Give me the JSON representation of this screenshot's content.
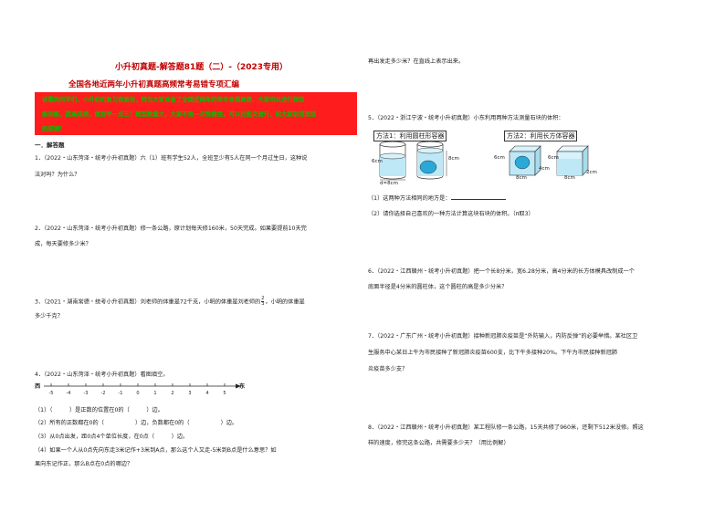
{
  "header": {
    "title": "小升初真题-解答题81题（二）-（2023专用）",
    "subtitle": "全国各地近两年小升初真题高频常考易错专项汇编"
  },
  "intro": {
    "lines": [
      "讲重的同学们，小升初的复习很紧张，特为大家准备了全国近两年的常考易错真题，大家可以进行题型",
      "练训练，提高成绩，做到举一反三！题型数量大，大家不用一次性做完，可以分批次进行，祝大家取得理想",
      "的成绩！"
    ]
  },
  "section1": {
    "title": "一．解答题"
  },
  "q1": {
    "line1": "1．（2022・山东菏泽・统考小升初真题）六（1）班有学生52人，全班至少有5人在同一个月过生日，这种说",
    "line2": "法对吗？为什么？"
  },
  "q2": {
    "line1": "2．（2022・山东菏泽・统考小升初真题）修一条公路，原计划每天修160米，50天完成。如果要提前10天完",
    "line2": "成，每天要修多少米？"
  },
  "q3": {
    "line1_pre": "3．（2021・湖南常德・统考小升初真题）刘老师的体重是72千克，小明的体重是刘老师的",
    "frac_num": "2",
    "frac_den": "3",
    "line1_post": "，小明的体重是",
    "line2": "多少千克？"
  },
  "q4": {
    "line1": "4．（2022・山东菏泽・统考小升初真题）看图填空。",
    "west": "西",
    "east": "东",
    "ticks": [
      "-5",
      "-4",
      "-3",
      "-2",
      "-1",
      "0",
      "1",
      "2",
      "3",
      "4",
      "5"
    ],
    "p1": "（1）（　　　）是正数的位置在0的（　　　）边。",
    "p2_a": "（2）所有的正数都在0的（",
    "p2_b": "）边，负数都在0的（",
    "p2_c": "）边。",
    "p3": "（3）从0点出发，距0点4个单位长度，在0点（　　　）边。",
    "p4_line1": "（4）如果一个人从0点先向东走3米记作+3米到A点，那么这个人又走-5米到B点是什么意思？如",
    "p4_line2": "果向东记作正，那么B点在0点的哪边？"
  },
  "right_top": {
    "cont": "再出发走多少米？在直线上表示出来。"
  },
  "q5": {
    "line1": "5．（2022・浙江宁波・统考小升初真题）小东利用两种方法测量石块的体积：",
    "method1": "方法1：利用圆柱形容器",
    "method2": "方法2：利用长方体容器",
    "dim_6cm_a": "6cm",
    "dim_8cm_a": "8cm",
    "dim_d": "d=8cm",
    "dim_6cm_b": "6cm",
    "dim_4cm_b": "4cm",
    "dim_8cm_b": "8cm",
    "dim_6cm_c": "6cm",
    "dim_8cm_c": "8cm",
    "dim_2cm_c": "2cm",
    "p1": "（1）这两种方法相同的地方是：",
    "p2": "（2）请你选择自己喜欢的一种方法计算这块石块的体积。（π取3）"
  },
  "q6": {
    "line1": "6．（2022・江西赣州・统考小升初真题）把一个长8分米，宽6.28分米，高4分米的长方体模具改制成一个",
    "line2": "底面半径是4分米的圆柱体，这个圆柱的高是多少分米？"
  },
  "q7": {
    "line1": "7．（2022・广东广州・统考小升初真题）接种新冠肺炎疫苗是“外防输入，内防反弹”的必要举措。某社区卫",
    "line2": "生服务中心某日上午为市民接种了新冠肺炎疫苗600支，比下午多接种20%。下午为市民接种新冠肺",
    "line3": "炎疫苗多少支？"
  },
  "q8": {
    "line1": "8．（2022・江西赣州・统考小升初真题）某工程队修一条公路，15天共修了960米，还剩下512米没修。照这",
    "line2": "样的速度，修完这条公路，共需要多少天？（用比例解）"
  }
}
